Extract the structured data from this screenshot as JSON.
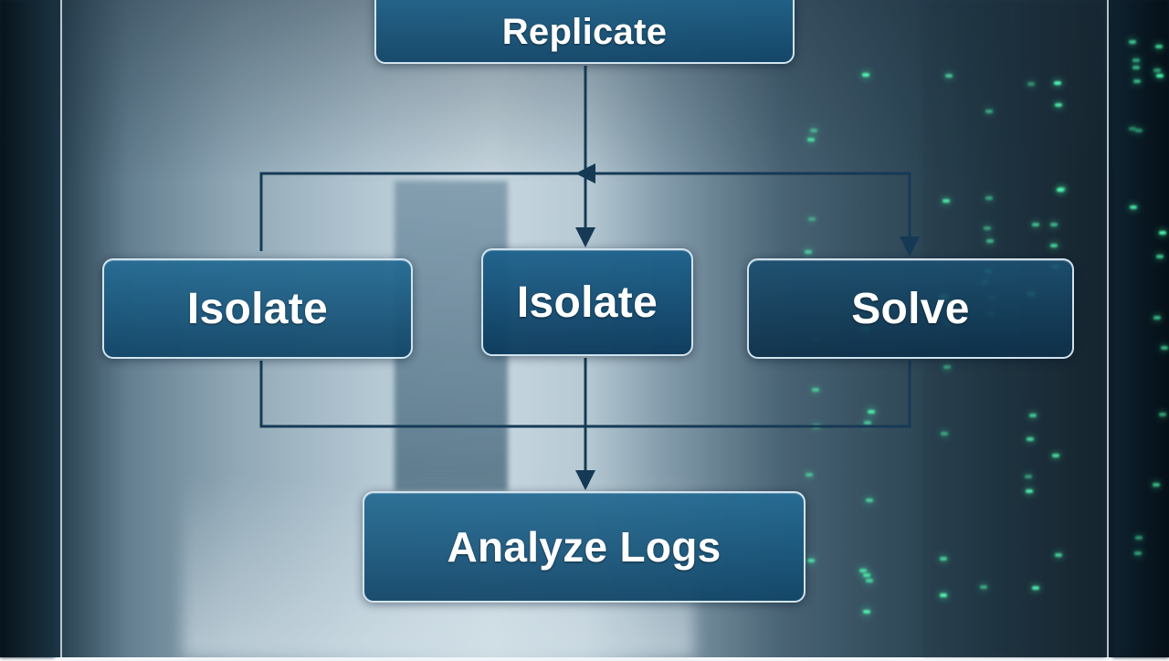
{
  "diagram": {
    "nodes": {
      "top": "Replicate",
      "left": "Isolate",
      "middle": "Isolate",
      "right": "Solve",
      "bottom": "Analyze Logs"
    },
    "edges": [
      {
        "from": "top",
        "to": "middle"
      },
      {
        "from": "top",
        "to": "left"
      },
      {
        "from": "top",
        "to": "right"
      },
      {
        "from": "middle",
        "to": "bottom"
      },
      {
        "from": "left",
        "to": "bottom"
      },
      {
        "from": "right",
        "to": "bottom"
      }
    ]
  },
  "colors": {
    "node_fill": "#1e5f8a",
    "node_border": "#e1f0f8",
    "connector": "#163a55",
    "led": "#4dffb0"
  }
}
